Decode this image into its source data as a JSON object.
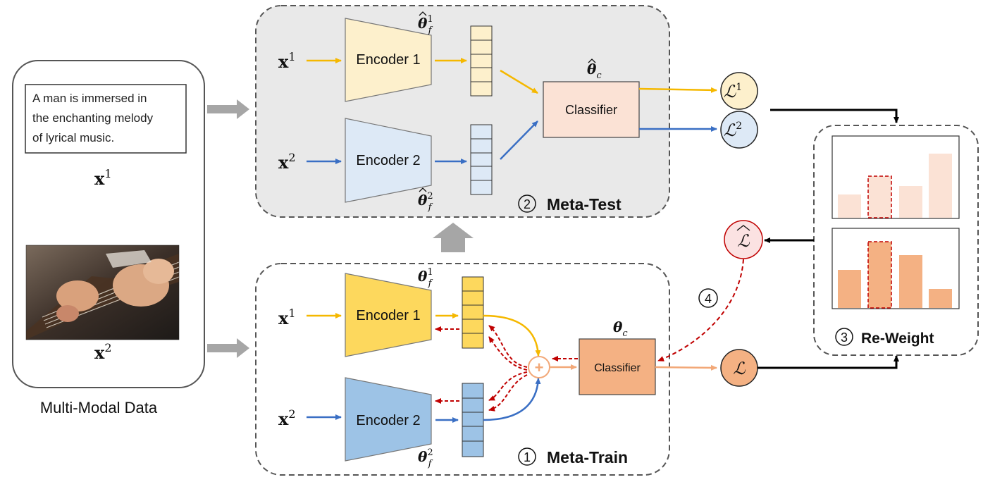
{
  "data_panel": {
    "caption_lines": [
      "A man is immersed in",
      "the enchanting melody",
      "of lyrical music."
    ],
    "text_modality": "x",
    "text_modality_sup": "1",
    "video_modality": "x",
    "video_modality_sup": "2",
    "label": "Multi-Modal Data"
  },
  "meta_test": {
    "input_1": "x",
    "input_1_sup": "1",
    "input_2": "x",
    "input_2_sup": "2",
    "encoder_1": "Encoder 1",
    "encoder_2": "Encoder 2",
    "theta_f1": "θ",
    "theta_f1_sup": "1",
    "theta_f1_sub": "f",
    "theta_f2": "θ",
    "theta_f2_sup": "2",
    "theta_f2_sub": "f",
    "theta_c": "θ",
    "theta_c_sub": "c",
    "classifier": "Classifier",
    "loss_1": "ℒ",
    "loss_1_sup": "1",
    "loss_2": "ℒ",
    "loss_2_sup": "2",
    "step_number": "2",
    "title": "Meta-Test"
  },
  "meta_train": {
    "input_1": "x",
    "input_1_sup": "1",
    "input_2": "x",
    "input_2_sup": "2",
    "encoder_1": "Encoder 1",
    "encoder_2": "Encoder 2",
    "theta_f1": "θ",
    "theta_f1_sup": "1",
    "theta_f1_sub": "f",
    "theta_f2": "θ",
    "theta_f2_sup": "2",
    "theta_f2_sub": "f",
    "theta_c": "θ",
    "theta_c_sub": "c",
    "fusion": "+",
    "classifier": "Classifier",
    "loss": "ℒ",
    "step_number": "1",
    "title": "Meta-Train"
  },
  "reweight": {
    "step_number": "3",
    "title": "Re-Weight",
    "loss_hat": "ℒ",
    "step_4_number": "4"
  },
  "colors": {
    "yellow_arrow": "#f5b800",
    "blue_arrow": "#3a6fc4",
    "red_dashed": "#c00000",
    "orange": "#f2a878",
    "encoder1_test": "#fdf0cc",
    "encoder2_test": "#dde9f6",
    "encoder1_train": "#fdd85d",
    "encoder2_train": "#9dc3e6",
    "classifier_test": "#fbe2d5",
    "classifier_train": "#f4b183"
  }
}
